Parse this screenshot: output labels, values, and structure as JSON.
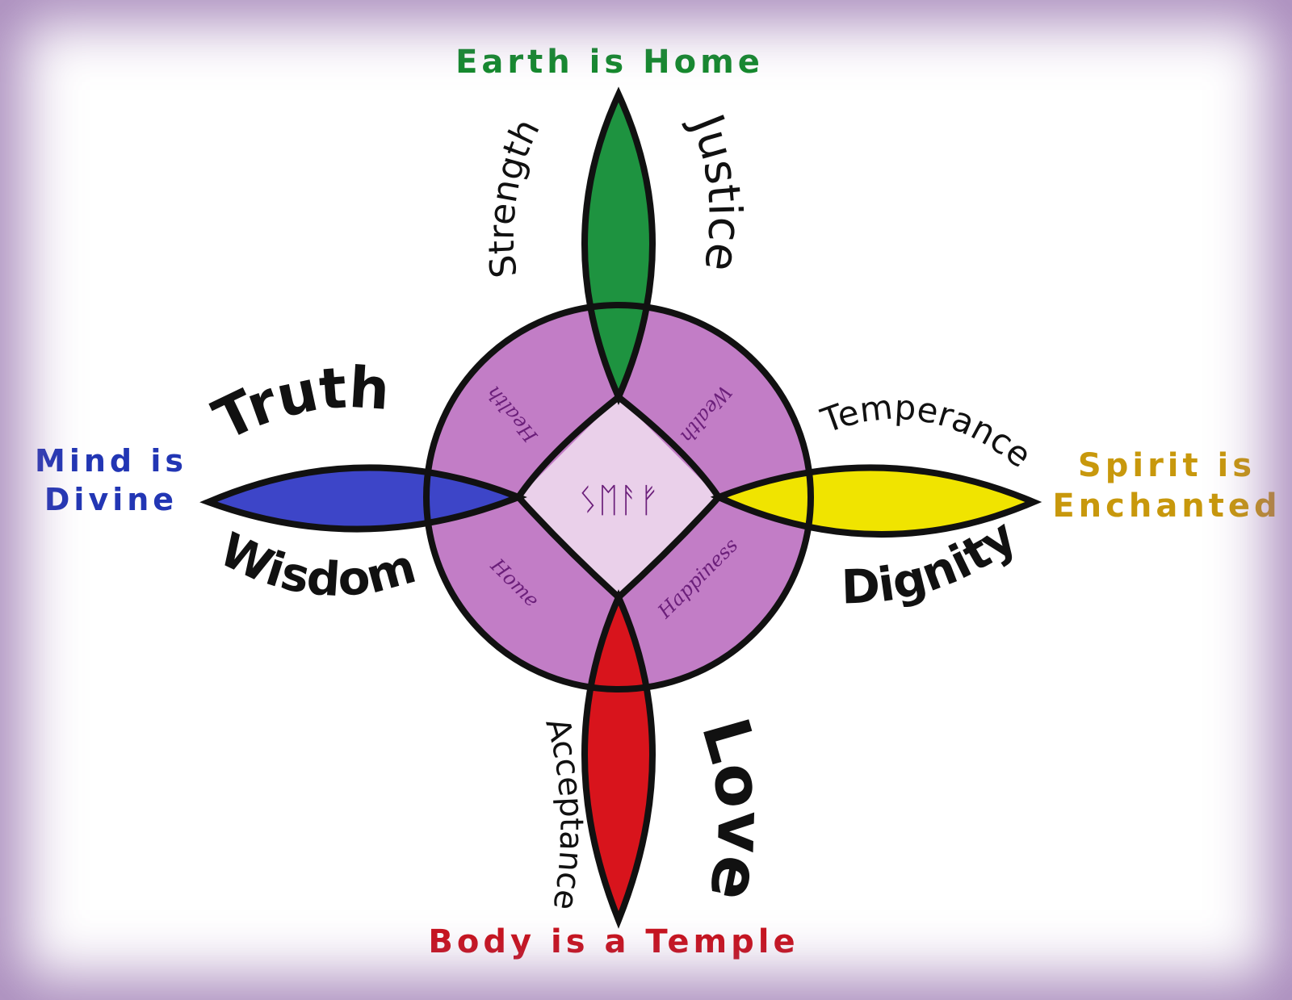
{
  "title": "Earth is Home",
  "directions": {
    "north": {
      "caption": "Earth is Home",
      "virtues": [
        "Strength",
        "Justice"
      ],
      "color": "#1e9340"
    },
    "west": {
      "caption_lines": [
        "Mind is",
        "Divine"
      ],
      "virtues": [
        "Truth",
        "Wisdom"
      ],
      "color": "#3d45c8"
    },
    "east": {
      "caption_lines": [
        "Spirit is",
        "Enchanted"
      ],
      "virtues": [
        "Temperance",
        "Dignity"
      ],
      "color": "#f0e400"
    },
    "south": {
      "caption": "Body is a Temple",
      "virtues": [
        "Acceptance",
        "Love"
      ],
      "color": "#d8141c"
    }
  },
  "quadrants": [
    "Health",
    "Wealth",
    "Home",
    "Happiness"
  ],
  "center_symbol": "ᛊᛖᚨᚠ",
  "colors": {
    "petal": "#c27dc6",
    "center": "#ead0ea",
    "caption_north": "#138a2c",
    "caption_west": "#2236b4",
    "caption_east": "#c8980c",
    "caption_south": "#c8121c",
    "quadrant_text": "#6b1f7a",
    "outline": "#111111",
    "frame": "#8c64a5"
  }
}
